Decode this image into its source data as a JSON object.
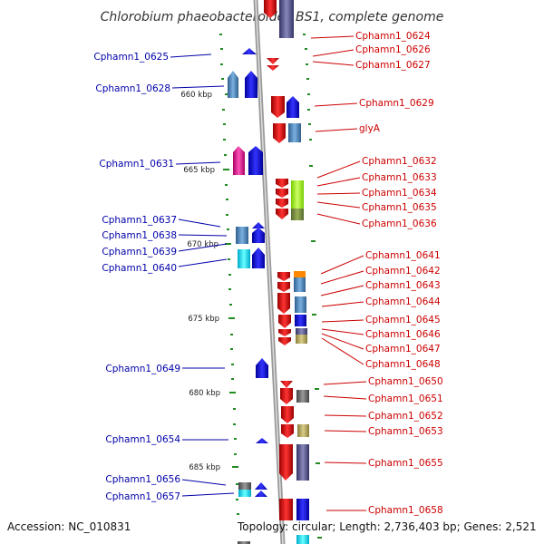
{
  "title": "Chlorobium phaeobacteroides BS1, complete genome",
  "accession": "Accession: NC_010831",
  "topology": "Topology: circular; Length: 2,736,403 bp; Genes: 2,521",
  "ticks": [
    "660 kbp",
    "665 kbp",
    "670 kbp",
    "675 kbp",
    "680 kbp",
    "685 kbp"
  ],
  "left_labels": [
    "Cphamn1_0625",
    "Cphamn1_0628",
    "Cphamn1_0631",
    "Cphamn1_0637",
    "Cphamn1_0638",
    "Cphamn1_0639",
    "Cphamn1_0640",
    "Cphamn1_0649",
    "Cphamn1_0654",
    "Cphamn1_0656",
    "Cphamn1_0657"
  ],
  "right_labels": [
    "Cphamn1_0624",
    "Cphamn1_0626",
    "Cphamn1_0627",
    "Cphamn1_0629",
    "glyA",
    "Cphamn1_0632",
    "Cphamn1_0633",
    "Cphamn1_0634",
    "Cphamn1_0635",
    "Cphamn1_0636",
    "Cphamn1_0641",
    "Cphamn1_0642",
    "Cphamn1_0643",
    "Cphamn1_0644",
    "Cphamn1_0645",
    "Cphamn1_0646",
    "Cphamn1_0647",
    "Cphamn1_0648",
    "Cphamn1_0650",
    "Cphamn1_0651",
    "Cphamn1_0652",
    "Cphamn1_0653",
    "Cphamn1_0655",
    "Cphamn1_0658"
  ],
  "colors": {
    "backbone": "#888888",
    "left_label": "#0000aa",
    "right_label": "#cc0000",
    "forward_strand": "#0000ff",
    "reverse_strand": "#ff0000",
    "tick": "#228b22"
  }
}
